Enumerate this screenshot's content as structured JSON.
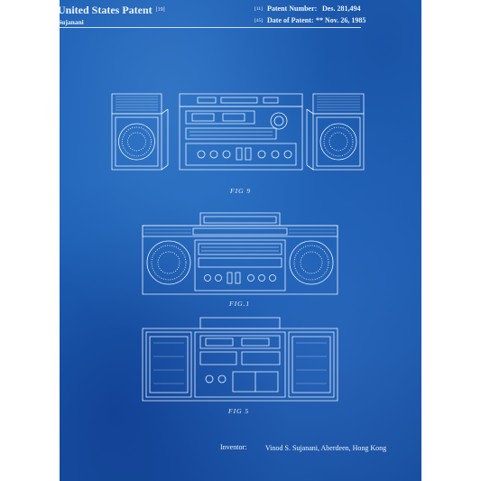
{
  "header": {
    "title": "United States Patent",
    "title_ref": "[19]",
    "inventor_short": "Sujanani",
    "patent_number_ref": "[11]",
    "patent_number_label": "Patent Number:",
    "patent_number_value": "Des. 281,494",
    "date_ref": "[45]",
    "date_label": "Date of Patent:",
    "date_value": "** Nov. 26, 1985"
  },
  "figures": {
    "fig9_label": "FIG 9",
    "fig1_label": "FIG.1",
    "fig5_label": "FIG 5"
  },
  "footer": {
    "inventor_label": "Inventor:",
    "inventor_value": "Vinod S. Sujanani, Aberdeen, Hong Kong"
  },
  "colors": {
    "blueprint_background": "#1d5fb4",
    "line_color": "#eaf3ff",
    "page_margin": "#ffffff"
  }
}
